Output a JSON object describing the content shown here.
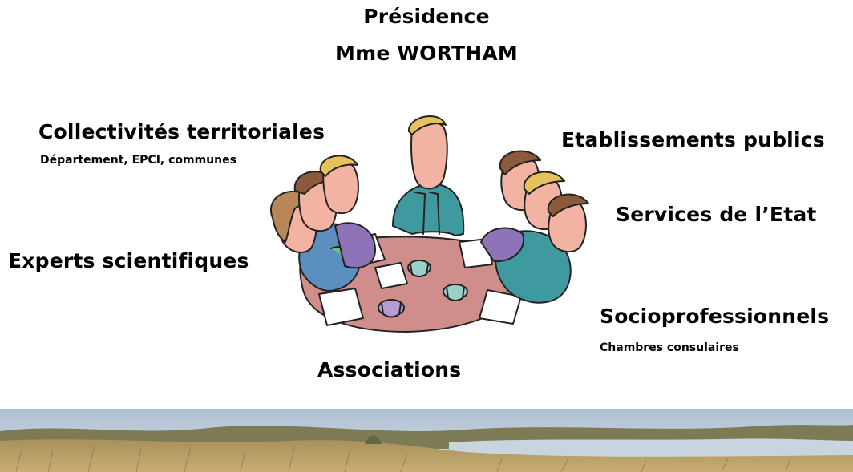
{
  "presidence": {
    "title": "Présidence",
    "name": "Mme WORTHAM"
  },
  "groups": {
    "collectivites": {
      "title": "Collectivités territoriales",
      "subtitle": "Département, EPCI, communes"
    },
    "etablissements": {
      "title": "Etablissements publics"
    },
    "services": {
      "title": "Services de l’Etat"
    },
    "experts": {
      "title": "Experts scientifiques"
    },
    "socioprofessionnels": {
      "title": "Socioprofessionnels",
      "subtitle": "Chambres consulaires"
    },
    "associations": {
      "title": "Associations"
    }
  },
  "illustration": {
    "scene": "meeting-table-clipart",
    "landscape": "marsh-landscape-banner",
    "colors": {
      "table": "#cf8e8c",
      "skin": "#f3b3a3",
      "hair_blond": "#e7c25a",
      "hair_brown": "#8a5a3a",
      "shirt_blue": "#5b8fc0",
      "shirt_teal": "#3f9aa0",
      "shirt_purple": "#8f73b8",
      "shirt_green": "#6fbf7a",
      "sky": "#c2d1df",
      "grass": "#b79a5e"
    }
  }
}
